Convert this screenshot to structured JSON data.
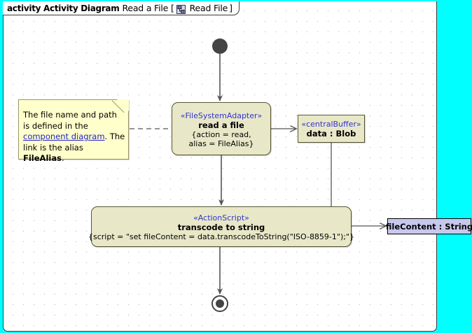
{
  "frame": {
    "keyword": "activity Activity Diagram",
    "name": "Read a File [",
    "icon": "activity-diagram-icon",
    "tab_label": "Read File",
    "bracket_close": "]",
    "canvas_bg": "#ffffff",
    "outside_bg": "#00FFFF",
    "grid": "dotted"
  },
  "note": {
    "segments": {
      "line1": "The file name and path is",
      "line2_pre": "defined in the ",
      "link": "component diagram",
      "line3_post": ". The link is the",
      "line4_pre": "alias ",
      "bold": "FileAlias",
      "line4_post": "."
    },
    "link_color": "#2222cc",
    "bg": "#ffffcc"
  },
  "nodes": {
    "initial": {
      "label": "initial-node",
      "type": "initial"
    },
    "read_a_file": {
      "stereotype": "«FileSystemAdapter»",
      "name": "read a file",
      "body_line1": "{action = read,",
      "body_line2": "alias = FileAlias}",
      "fill": "#e8e8c8"
    },
    "data_blob": {
      "stereotype": "«centralBuffer»",
      "name": "data : Blob",
      "fill": "#e8e8c8"
    },
    "transcode": {
      "stereotype": "«ActionScript»",
      "name": "transcode to string",
      "body_line1": "{script = \"set fileContent = data.transcodeToString(\"ISO-8859-1\");\"}",
      "fill": "#e8e8c8"
    },
    "file_content": {
      "name": "fileContent : String",
      "fill": "#c8c8ee"
    },
    "final": {
      "label": "activity-final-node",
      "type": "final"
    }
  },
  "edges": [
    {
      "name": "initial-to-read-a-file",
      "style": "solid",
      "arrow": "filled"
    },
    {
      "name": "read-a-file-to-data-blob",
      "style": "solid",
      "arrow": "open"
    },
    {
      "name": "read-a-file-to-transcode",
      "style": "solid",
      "arrow": "filled"
    },
    {
      "name": "transcode-to-filecontent",
      "style": "solid",
      "arrow": "open"
    },
    {
      "name": "transcode-to-final",
      "style": "solid",
      "arrow": "filled"
    },
    {
      "name": "note-anchor",
      "style": "dashed",
      "arrow": "none"
    }
  ]
}
